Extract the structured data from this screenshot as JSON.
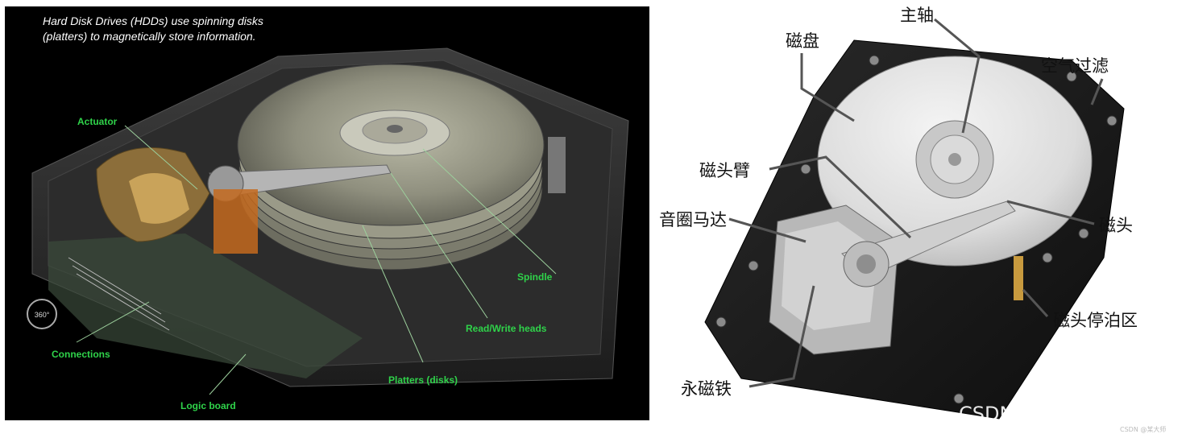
{
  "left_figure": {
    "title_line1": "Hard Disk Drives (HDDs) use spinning disks",
    "title_line2": "(platters) to magnetically store information.",
    "rotate_badge": "360°",
    "labels": {
      "actuator": "Actuator",
      "spindle": "Spindle",
      "read_write_heads": "Read/Write heads",
      "platters": "Platters (disks)",
      "connections": "Connections",
      "logic_board": "Logic board"
    }
  },
  "right_figure": {
    "labels": {
      "spindle": "主轴",
      "platter": "磁盘",
      "air_filter": "空气过滤",
      "head_arm": "磁头臂",
      "voice_coil_motor": "音圈马达",
      "head": "磁头",
      "head_parking": "磁头停泊区",
      "permanent_magnet": "永磁铁"
    },
    "watermark": "CSDN @戴墨镜的恐龙",
    "watermark_small": "CSDN @某大师"
  }
}
